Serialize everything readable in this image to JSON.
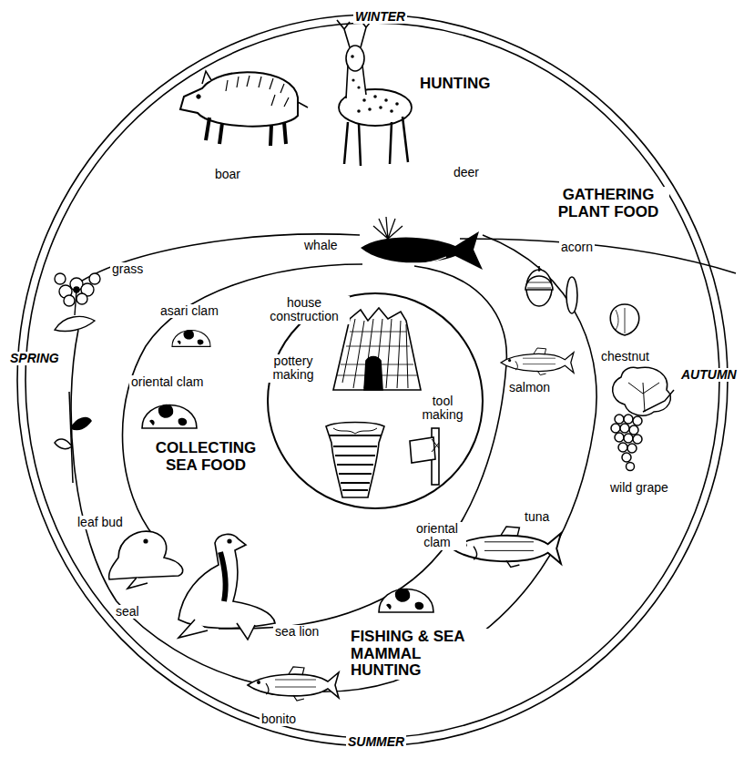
{
  "diagram": {
    "nodes": [
      {
        "text": [
          "WINTER",
          "SPRING",
          "AUTUMN",
          "SUMMER"
        ]
      },
      {
        "text": [
          "house construction",
          "pottery making",
          "tool making"
        ],
        "in": 0
      }
    ],
    "labels": [
      "HUNTING",
      "boar",
      "deer",
      "GATHERING PLANT FOOD",
      "whale",
      "grass",
      "acorn",
      "chestnut",
      "asari clam",
      "oriental clam",
      "salmon",
      "wild grape",
      "COLLECTING SEA FOOD",
      "leaf bud",
      "seal",
      "sea lion",
      "oriental clam",
      "tuna",
      "bonito",
      "FISHING & SEA MAMMAL HUNTING"
    ]
  }
}
